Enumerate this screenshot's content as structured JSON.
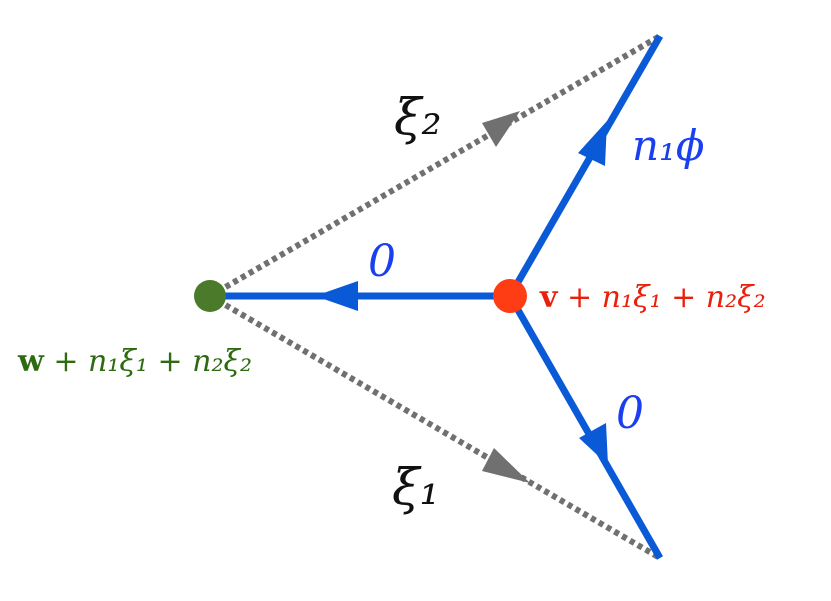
{
  "colors": {
    "edge": "#0a5ad8",
    "dotted": "#707070",
    "node_w": "#4b7a2a",
    "node_v": "#ff3d14",
    "label_w": "#2e6a10",
    "label_v": "#e8200c",
    "label_blue": "#1a3ff0",
    "label_black": "#111111"
  },
  "nodes": {
    "w": {
      "bold": "w",
      "rest": " + n₁ξ₁ + n₂ξ₂"
    },
    "v": {
      "bold": "v",
      "rest": " + n₁ξ₁ + n₂ξ₂"
    }
  },
  "edge_labels": {
    "center": "0",
    "upper": "n₁ϕ",
    "lower": "0"
  },
  "dotted_labels": {
    "upper": "ξ₂",
    "lower": "ξ₁"
  }
}
